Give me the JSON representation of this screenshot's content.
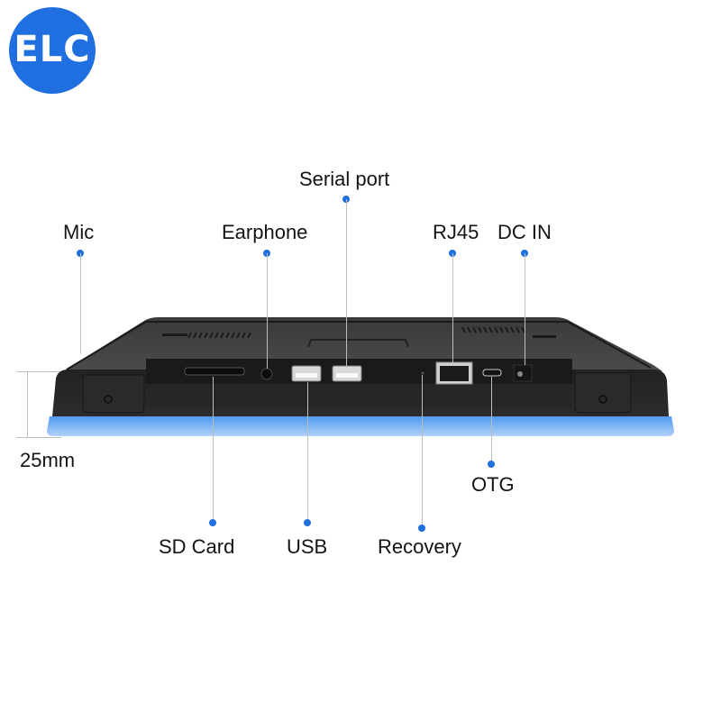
{
  "brand": {
    "logo_text": "ELC",
    "logo_color": "#1f6fe0"
  },
  "accent_color": "#1f6fe0",
  "device": {
    "view": "bottom edge with I/O ports",
    "thickness_label": "25mm"
  },
  "callouts_top": [
    {
      "id": "mic",
      "label": "Mic"
    },
    {
      "id": "earphone",
      "label": "Earphone"
    },
    {
      "id": "serial",
      "label": "Serial port"
    },
    {
      "id": "rj45",
      "label": "RJ45"
    },
    {
      "id": "dcin",
      "label": "DC IN"
    }
  ],
  "callouts_bottom": [
    {
      "id": "sdcard",
      "label": "SD Card"
    },
    {
      "id": "usb",
      "label": "USB"
    },
    {
      "id": "recovery",
      "label": "Recovery"
    },
    {
      "id": "otg",
      "label": "OTG"
    }
  ]
}
